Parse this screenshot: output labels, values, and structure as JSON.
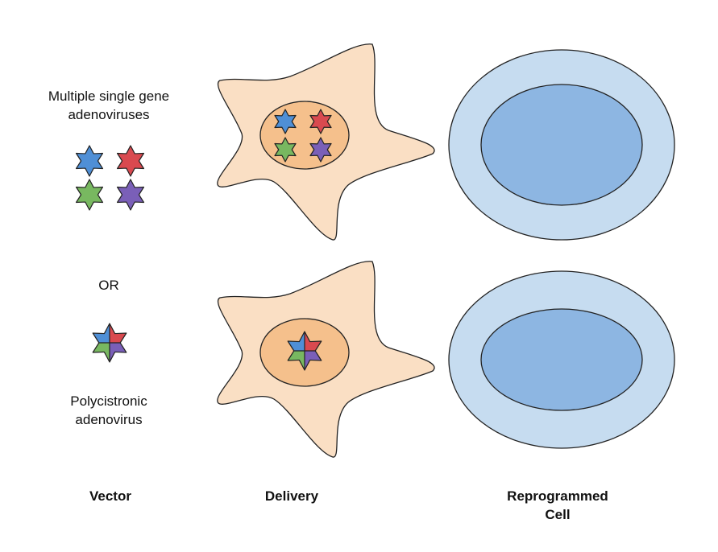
{
  "labels": {
    "multiple_vectors": "Multiple single gene adenoviruses",
    "or": "OR",
    "polycistronic": "Polycistronic adenovirus",
    "col_vector": "Vector",
    "col_delivery": "Delivery",
    "col_reprogrammed": "Reprogrammed Cell"
  },
  "colors": {
    "gene_1": "#4f8fd6",
    "gene_2": "#d9494f",
    "gene_3": "#78b860",
    "gene_4": "#7a5fb8",
    "cell_cytoplasm": "#fadfc4",
    "cell_nucleus": "#f5c08c",
    "reprogrammed_outer": "#c6dcf0",
    "reprogrammed_inner": "#8db6e2"
  }
}
